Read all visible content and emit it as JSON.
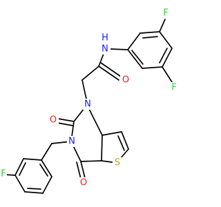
{
  "molecule": {
    "atoms": {
      "F1": "F",
      "F2": "F",
      "F3": "F",
      "NH_N": "N",
      "NH_H": "H",
      "O_amide": "O",
      "N1": "N",
      "N3": "N",
      "O2": "O",
      "O4": "O",
      "S": "S"
    }
  },
  "colors": {
    "bond": "#000000",
    "N": "#1a1aff",
    "O": "#ff1a1a",
    "S": "#c9a400",
    "F": "#33cc33",
    "H": "#1a1aff"
  }
}
